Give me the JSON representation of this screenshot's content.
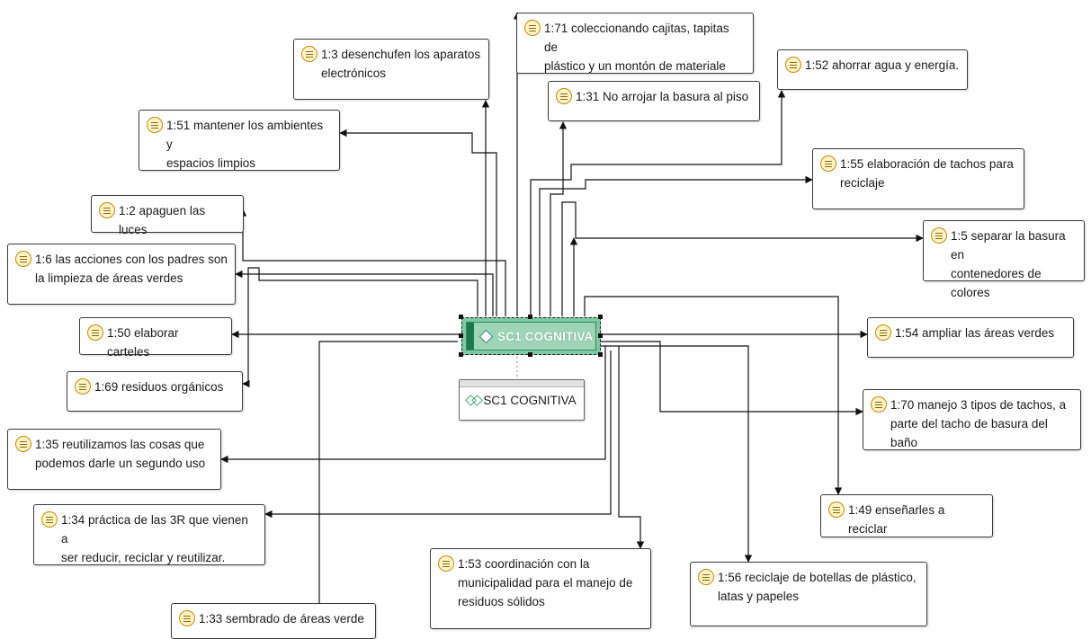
{
  "central": {
    "label": "SC1 COGNITIVA"
  },
  "sub": {
    "label": "SC1 COGNITIVA"
  },
  "quotes": [
    {
      "id": "q1",
      "text": "1:71 coleccionando cajitas, tapitas de\nplástico y un montón de materiale"
    },
    {
      "id": "q2",
      "text": "1:3 desenchufen los aparatos\nelectrónicos"
    },
    {
      "id": "q3",
      "text": "1:52 ahorrar agua y energía."
    },
    {
      "id": "q4",
      "text": "1:31 No arrojar la basura al piso"
    },
    {
      "id": "q5",
      "text": "1:51 mantener los ambientes y\nespacios limpios"
    },
    {
      "id": "q6",
      "text": "1:55 elaboración de tachos para\nreciclaje"
    },
    {
      "id": "q7",
      "text": "1:2 apaguen las luces"
    },
    {
      "id": "q8",
      "text": "1:5 separar la basura en\ncontenedores de colores"
    },
    {
      "id": "q9",
      "text": "1:6 las acciones con los padres son\nla limpieza de áreas verdes"
    },
    {
      "id": "q10",
      "text": "1:50 elaborar carteles"
    },
    {
      "id": "q11",
      "text": "1:54 ampliar las áreas verdes"
    },
    {
      "id": "q12",
      "text": "1:69 residuos orgánicos"
    },
    {
      "id": "q13",
      "text": "1:70 manejo 3 tipos de tachos, a\nparte del tacho de basura del baño"
    },
    {
      "id": "q14",
      "text": "1:35 reutilizamos las cosas que\npodemos darle un segundo uso"
    },
    {
      "id": "q15",
      "text": "1:49 enseñarles a reciclar"
    },
    {
      "id": "q16",
      "text": "1:34 práctica de las 3R que vienen a\nser reducir, reciclar y reutilizar."
    },
    {
      "id": "q17",
      "text": "1:53 coordinación con la\nmunicipalidad para el manejo de\nresiduos sólidos"
    },
    {
      "id": "q18",
      "text": "1:56 reciclaje de botellas de plástico,\nlatas   y  papeles"
    },
    {
      "id": "q19",
      "text": "1:33 sembrado de áreas verde"
    }
  ],
  "colors": {
    "central_fill": "#9ed5b6",
    "central_border": "#2e8d5e",
    "link": "#111111",
    "quote_icon": "#c28a00"
  }
}
